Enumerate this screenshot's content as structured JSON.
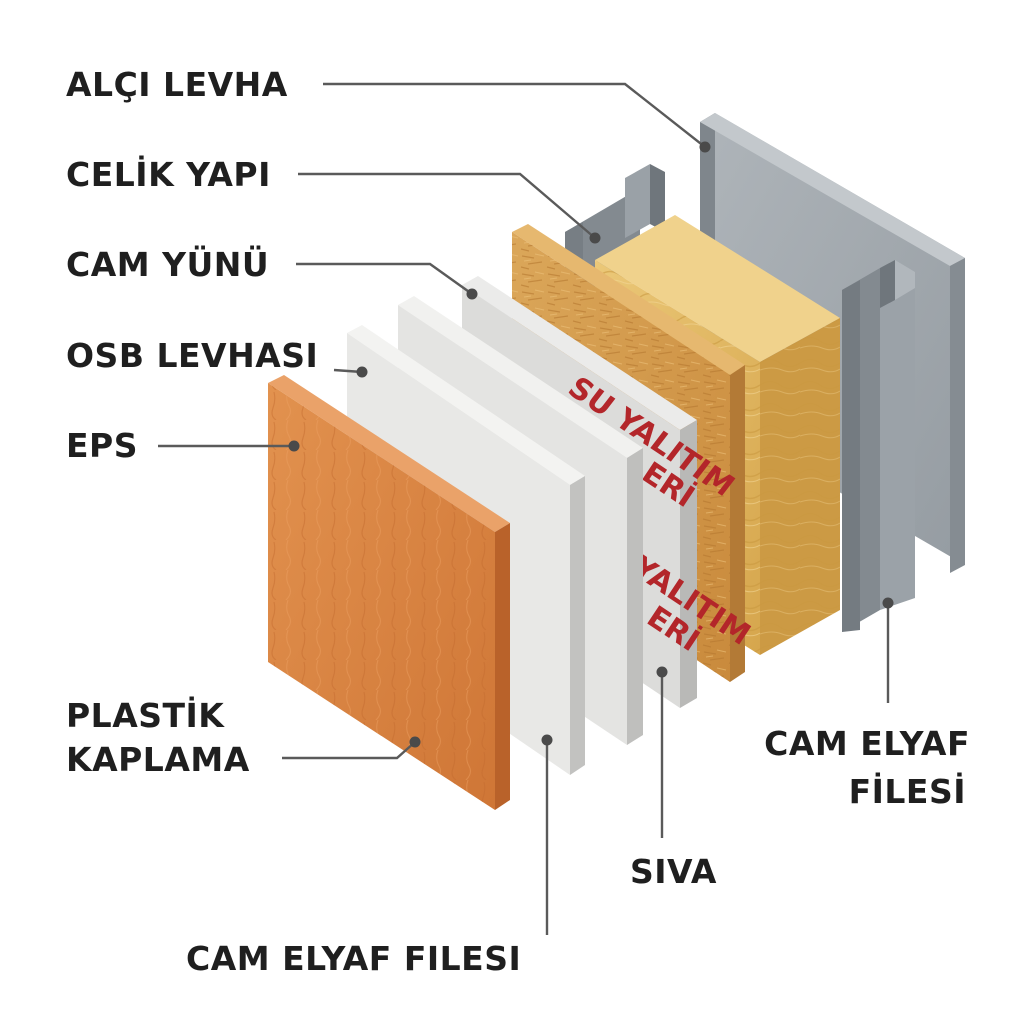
{
  "labels": {
    "alci_levha": "ALÇI LEVHA",
    "celik_yapi": "CELİK YAPI",
    "cam_yunu": "CAM YÜNÜ",
    "osb_levhasi": "OSB LEVHASI",
    "eps": "EPS",
    "plastik_line1": "PLASTİK",
    "plastik_line2": "KAPLAMA",
    "cam_elyaf_right_line1": "CAM ELYAF",
    "cam_elyaf_right_line2": "FİLESİ",
    "siva": "SIVA",
    "cam_elyaf_bottom": "CAM ELYAF FILESI"
  },
  "board_print": {
    "line1": "SU YALITIM",
    "line2": "ERİ",
    "line3": "YALITIM",
    "line4": "ERİ"
  },
  "colors": {
    "steel": "#8e959b",
    "steel_dark": "#6f767c",
    "gypsum": "#a4abb1",
    "wool": "#e3bb63",
    "osb": "#d39b4c",
    "board": "#dcdcda",
    "eps": "#e8e8e6",
    "finish": "#d98544",
    "print": "#b3262a"
  }
}
